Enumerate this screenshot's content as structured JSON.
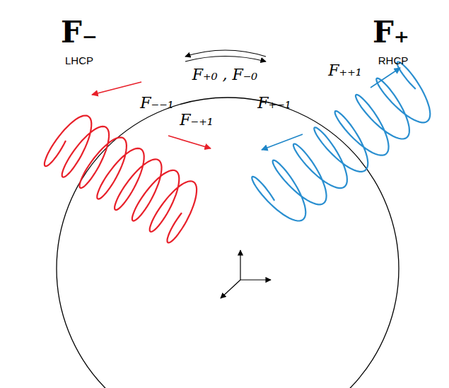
{
  "diagram": {
    "labels": [
      "F₋",
      "LHCP",
      "F₊",
      "RHCP",
      "F₊₀ , F₋₀",
      "F₋₋₁",
      "F₋₊₁",
      "F₊₋₁",
      "F₊₊₁"
    ]
  }
}
